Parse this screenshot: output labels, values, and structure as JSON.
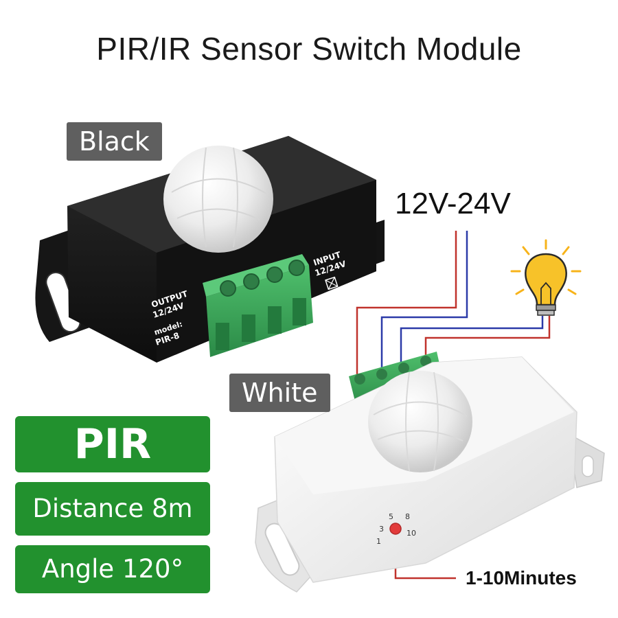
{
  "title": "PIR/IR Sensor Switch Module",
  "labels": {
    "black": "Black",
    "white": "White",
    "voltage": "12V-24V",
    "timer": "1-10Minutes"
  },
  "badges": {
    "pir": "PIR",
    "distance": "Distance 8m",
    "angle": "Angle 120°"
  },
  "black_module": {
    "output_label": "OUTPUT",
    "output_voltage": "12/24V",
    "model_label": "model:",
    "model_name": "PIR-8",
    "input_label": "INPUT",
    "input_voltage": "12/24V"
  },
  "dial": {
    "marks": [
      "1",
      "3",
      "5",
      "8",
      "10"
    ]
  },
  "colors": {
    "badge_green": "#22912e",
    "tag_gray": "#5f5f5f",
    "terminal_green": "#3aa35a",
    "wire_red": "#c0322c",
    "wire_blue": "#2b3aa8",
    "bulb_yellow": "#f7c229"
  }
}
